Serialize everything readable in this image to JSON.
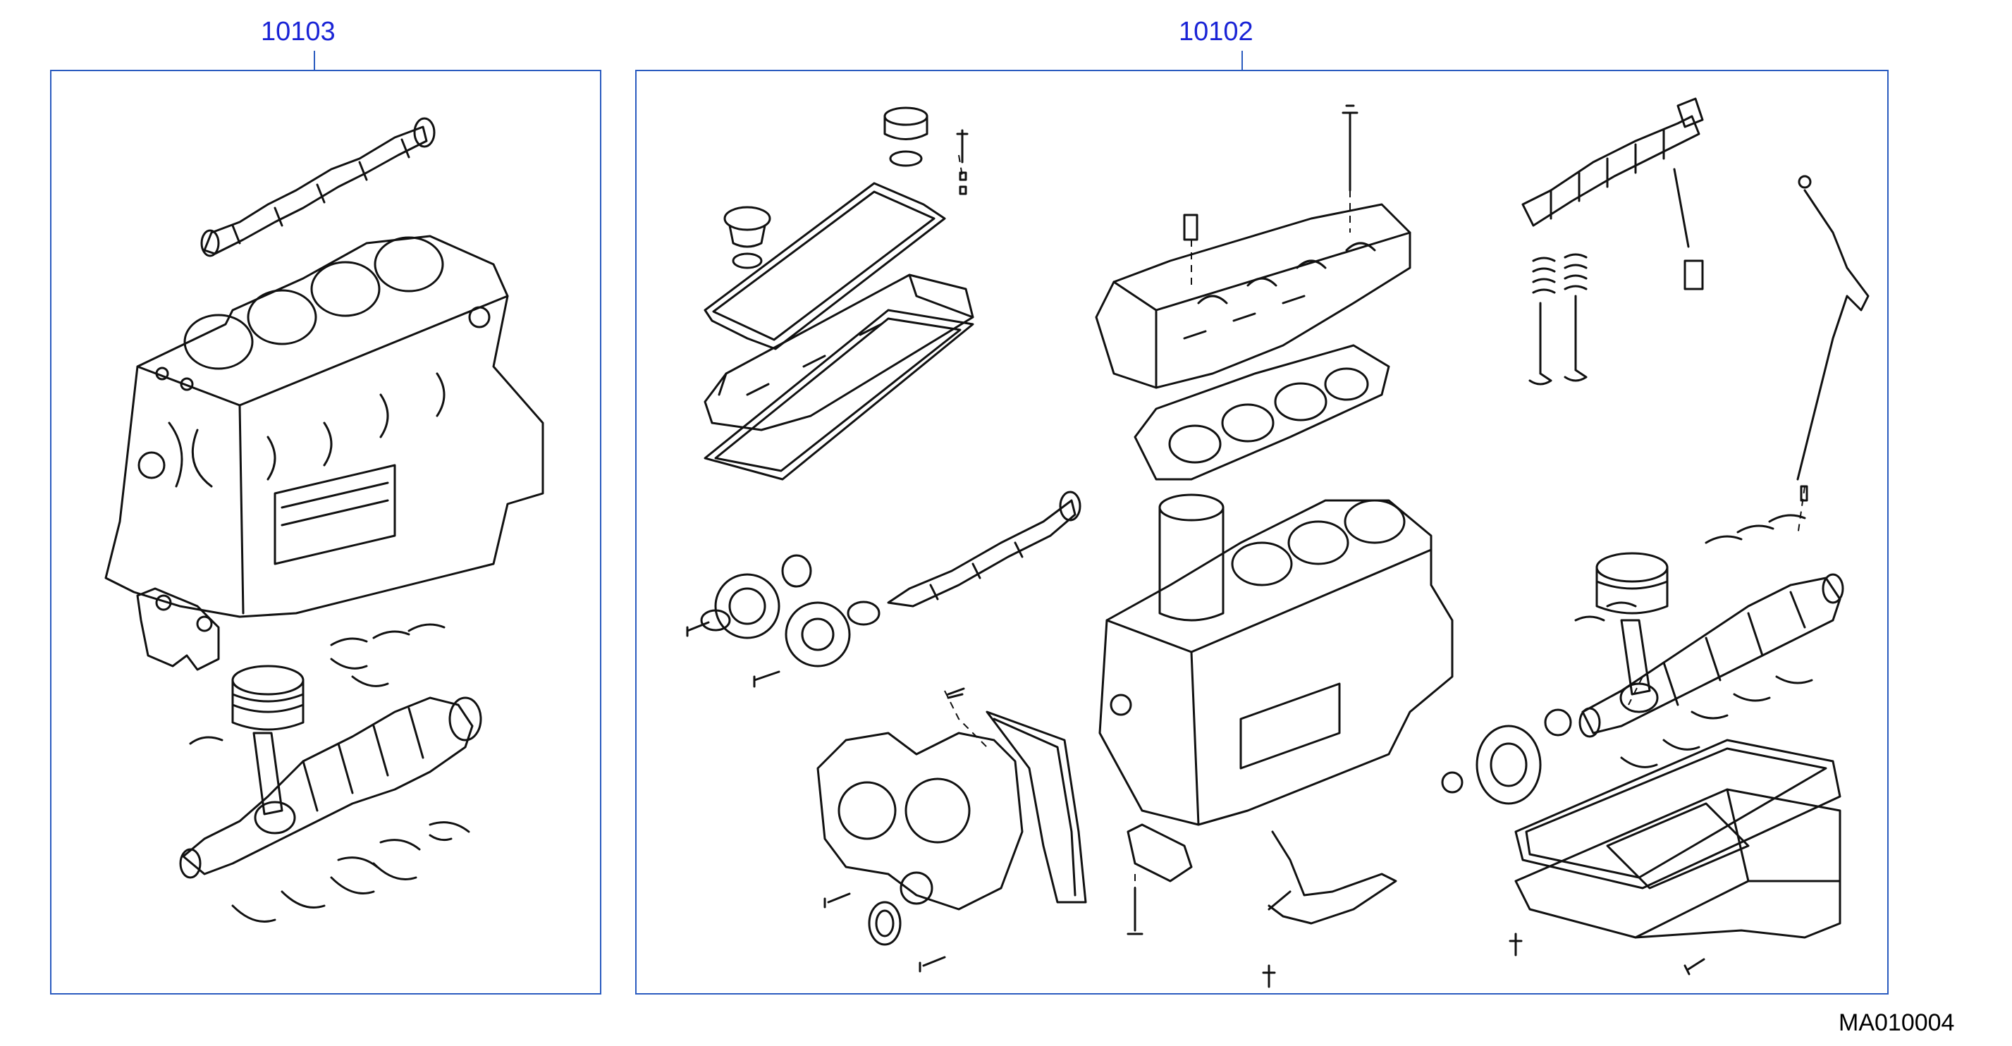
{
  "diagram": {
    "left_panel": {
      "part_number": "10103"
    },
    "right_panel": {
      "part_number": "10102"
    },
    "diagram_code": "MA010004"
  },
  "colors": {
    "callout": "#1a24d6",
    "frame": "#2a5bbf",
    "ink": "#111111"
  }
}
